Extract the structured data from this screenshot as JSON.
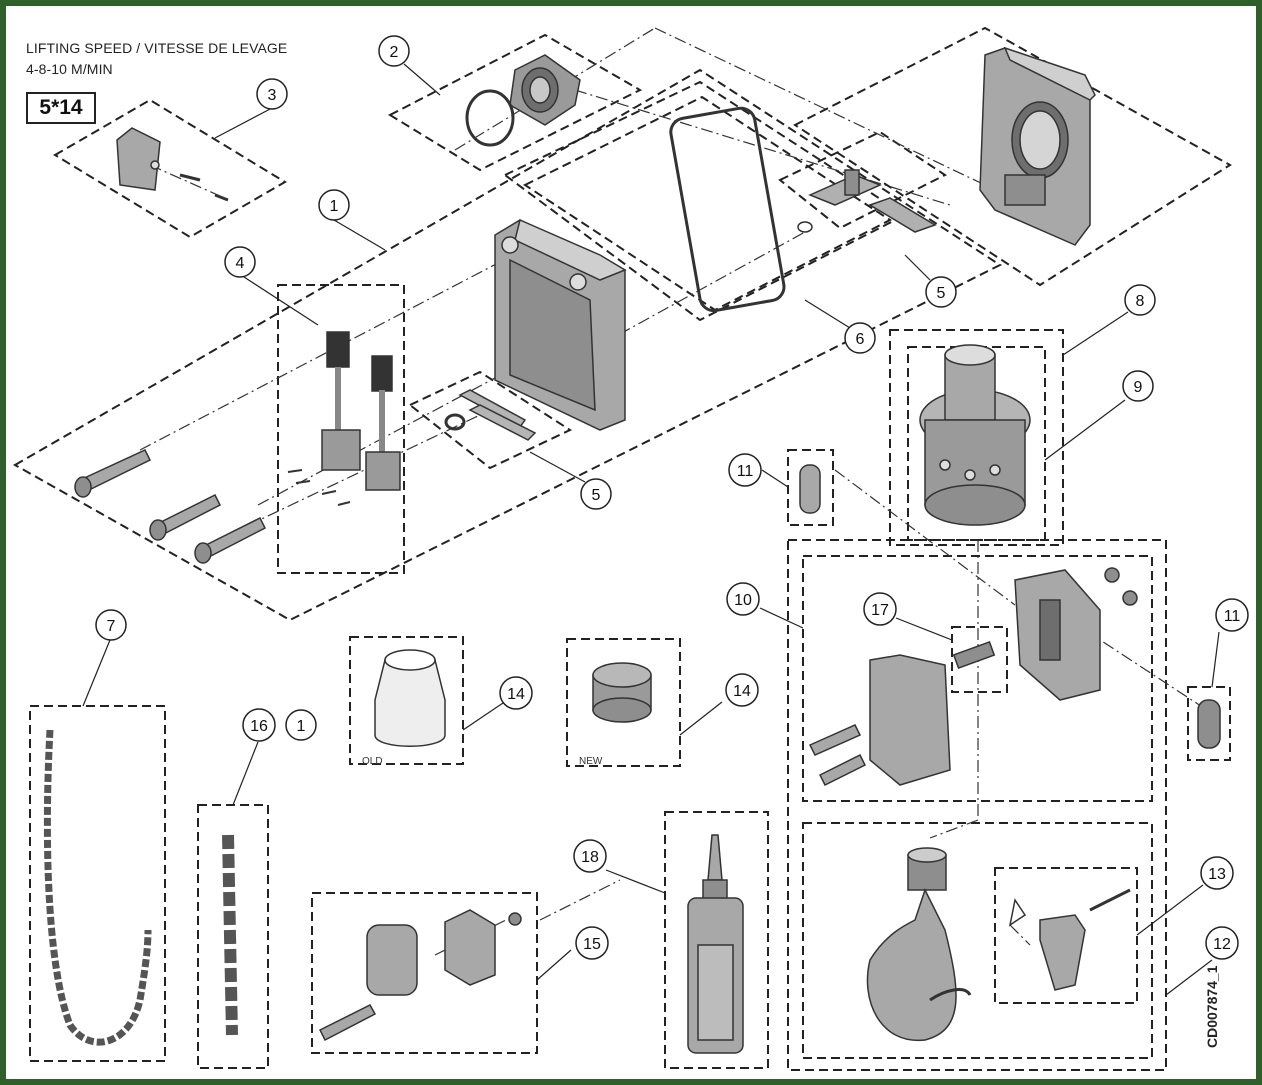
{
  "header": {
    "title": "LIFTING SPEED / VITESSE DE LEVAGE",
    "speed": "4-8-10 M/MIN",
    "series": "5*14"
  },
  "document_code": "CD007874_1",
  "labels": {
    "old": "OLD",
    "new": "NEW"
  },
  "callouts": [
    "1",
    "2",
    "3",
    "4",
    "5",
    "5",
    "6",
    "7",
    "8",
    "9",
    "10",
    "11",
    "11",
    "12",
    "13",
    "14",
    "14",
    "15",
    "16",
    "1",
    "17",
    "18"
  ],
  "colors": {
    "frame": "#2f5f2a",
    "part_fill": "#a8a8a8",
    "part_dark": "#6e6e6e",
    "line": "#222222"
  }
}
